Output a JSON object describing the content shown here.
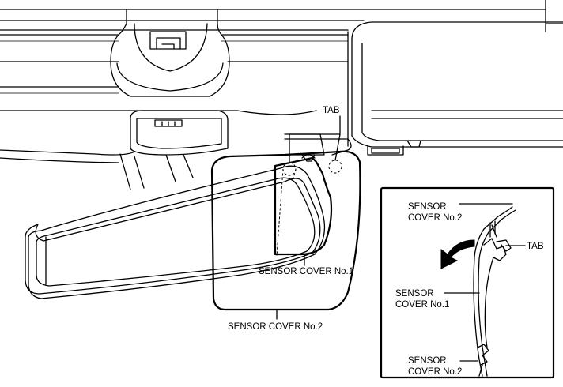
{
  "labels": {
    "tab_main": "TAB",
    "sensor_cover_no1": "SENSOR COVER No.1",
    "sensor_cover_no2": "SENSOR COVER No.2",
    "detail_cover_no2_top_line1": "SENSOR",
    "detail_cover_no2_top_line2": "COVER No.2",
    "detail_tab": "TAB",
    "detail_cover_no1_line1": "SENSOR",
    "detail_cover_no1_line2": "COVER No.1",
    "detail_cover_no2_bottom_line1": "SENSOR",
    "detail_cover_no2_bottom_line2": "COVER No.2"
  }
}
